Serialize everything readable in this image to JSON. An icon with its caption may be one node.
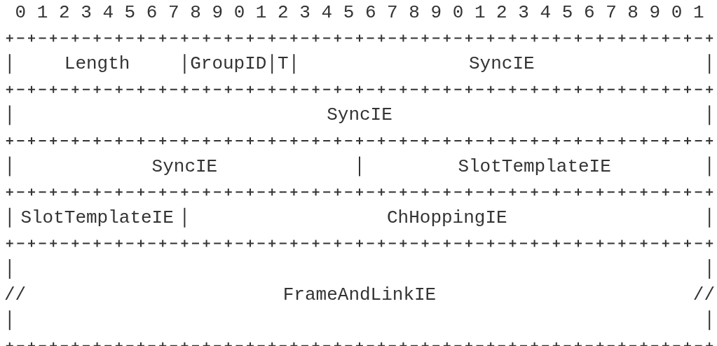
{
  "diagram": {
    "nodes": [
      {
        "text": [
          "Length"
        ]
      },
      {
        "text": [
          "GroupID"
        ]
      },
      {
        "text": [
          "T"
        ]
      },
      {
        "text": [
          "SyncIE"
        ]
      },
      {
        "text": [
          "SyncIE"
        ]
      },
      {
        "text": [
          "SyncIE"
        ]
      },
      {
        "text": [
          "SlotTemplateIE"
        ]
      },
      {
        "text": [
          "SlotTemplateIE"
        ]
      },
      {
        "text": [
          "ChHoppingIE"
        ]
      },
      {
        "text": [
          "FrameAndLinkIE"
        ]
      }
    ],
    "edges": [],
    "labels": [
      "0 1 2 3 4 5 6 7 8 9 0 1 2 3 4 5 6 7 8 9 0 1 2 3 4 5 6 7 8 9 0 1",
      "//",
      "//"
    ]
  }
}
